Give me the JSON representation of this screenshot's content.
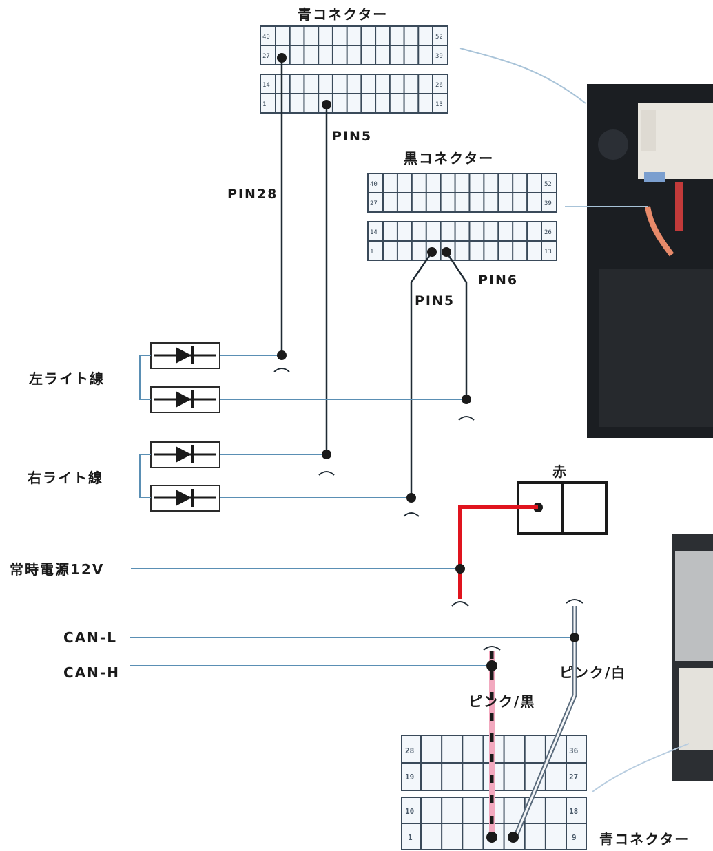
{
  "connectors": {
    "blue_top": {
      "title": "青コネクター",
      "upper_left_nos": [
        "40",
        "27"
      ],
      "upper_right_nos": [
        "52",
        "39"
      ],
      "lower_left_nos": [
        "14",
        "1"
      ],
      "lower_right_nos": [
        "26",
        "13"
      ]
    },
    "black": {
      "title": "黒コネクター",
      "upper_left_nos": [
        "40",
        "27"
      ],
      "upper_right_nos": [
        "52",
        "39"
      ],
      "lower_left_nos": [
        "14",
        "1"
      ],
      "lower_right_nos": [
        "26",
        "13"
      ]
    },
    "red": {
      "title": "赤"
    },
    "blue_bottom": {
      "title": "青コネクター",
      "left_nos": [
        "28",
        "19",
        "10",
        "1"
      ],
      "right_nos": [
        "36",
        "27",
        "18",
        "9"
      ]
    }
  },
  "pins": {
    "blue_pin28": "PIN28",
    "blue_pin5": "PIN5",
    "black_pin5": "PIN5",
    "black_pin6": "PIN6"
  },
  "lines": {
    "left_light": "左ライト線",
    "right_light": "右ライト線",
    "constant_power": "常時電源12V",
    "can_l": "CAN-L",
    "can_h": "CAN-H"
  },
  "wire_colors": {
    "pink_white": "ピンク/白",
    "pink_black": "ピンク/黒"
  },
  "colors": {
    "red_wire": "#e0141e",
    "line_wire": "#5a8fb4",
    "pink_wire": "#f2a9bf",
    "dark_wire": "#1f2a33"
  }
}
